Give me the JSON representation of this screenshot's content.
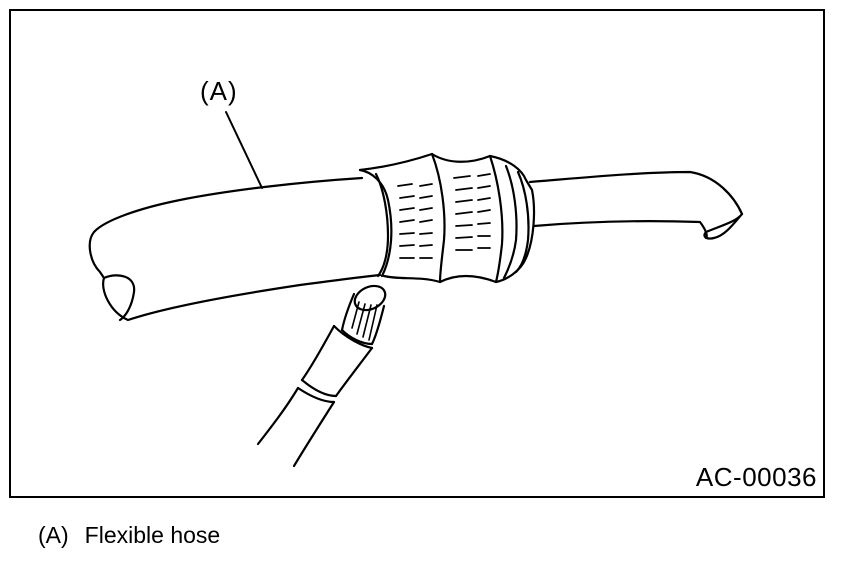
{
  "figure": {
    "callout": "(A)",
    "figure_id": "AC-00036"
  },
  "legend": {
    "key": "(A)",
    "description": "Flexible hose"
  }
}
